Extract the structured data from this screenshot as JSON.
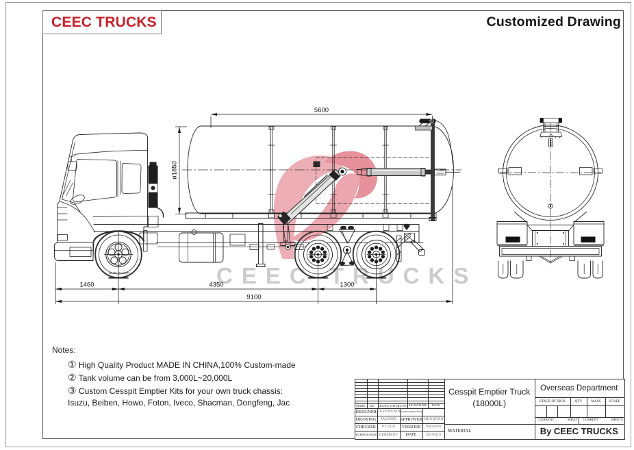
{
  "header": {
    "logo": "CEEC TRUCKS",
    "title": "Customized Drawing"
  },
  "watermark": {
    "text": "CEEC TRUCKS",
    "text_color": "#c8c8c8",
    "swirl_color": "#e4828f"
  },
  "dimensions": {
    "tank_length": "5600",
    "tank_diameter": "ø1850",
    "front_overhang": "1460",
    "wheelbase": "4350",
    "rear_axle_spacing": "1300",
    "total_length": "9100",
    "tire_label": "12.00-20 18PR"
  },
  "notes": {
    "heading": "Notes:",
    "item1": "① High Quality Product MADE IN CHINA,100% Custom-made",
    "item2": "② Tank volume can be from 3,000L~20,000L",
    "item3": "③ Custom Cesspit Emptier Kits for your own truck chassis:",
    "item4": "Isuzu, Beiben, Howo, Foton, Iveco, Shacman, Dongfeng, Jac"
  },
  "titleblock": {
    "product_line1": "Cesspit Emptier Truck",
    "product_line2": "(18000L)",
    "material_label": "MATERIAL",
    "department": "Overseas Department",
    "byline": "By CEEC TRUCKS",
    "header_row": {
      "mark": "MARK",
      "no": "NO.",
      "change": "CHANGE THE FILE NO.",
      "signature": "SIGNATURE",
      "date": "DATE"
    },
    "rows": {
      "r1": {
        "label": "DESIGNER",
        "value": "YUYONGXIN",
        "label2": "STANDARDIZATION",
        "value2": ""
      },
      "r2": {
        "label": "DRAWING",
        "value": "JACKMA",
        "label2": "APPROVER",
        "value2": "LIHUATIAN"
      },
      "r3": {
        "label": "CHECKER",
        "value": "PT12139",
        "label2": "VERIFIER",
        "value2": "WASTON"
      },
      "r4": {
        "label": "TECHNOLOGIST",
        "value": "GERMANY",
        "label2": "DATE",
        "value2": "20170319"
      }
    },
    "sign_headers": {
      "stage": "STAGE OF SIGN",
      "qty": "QTY",
      "mass": "MASS",
      "scale": "SCALE"
    },
    "footer": {
      "c1": "CURRENT",
      "c2": "SHEET",
      "c3": "CURRENT",
      "c4": "SHEETS"
    }
  }
}
